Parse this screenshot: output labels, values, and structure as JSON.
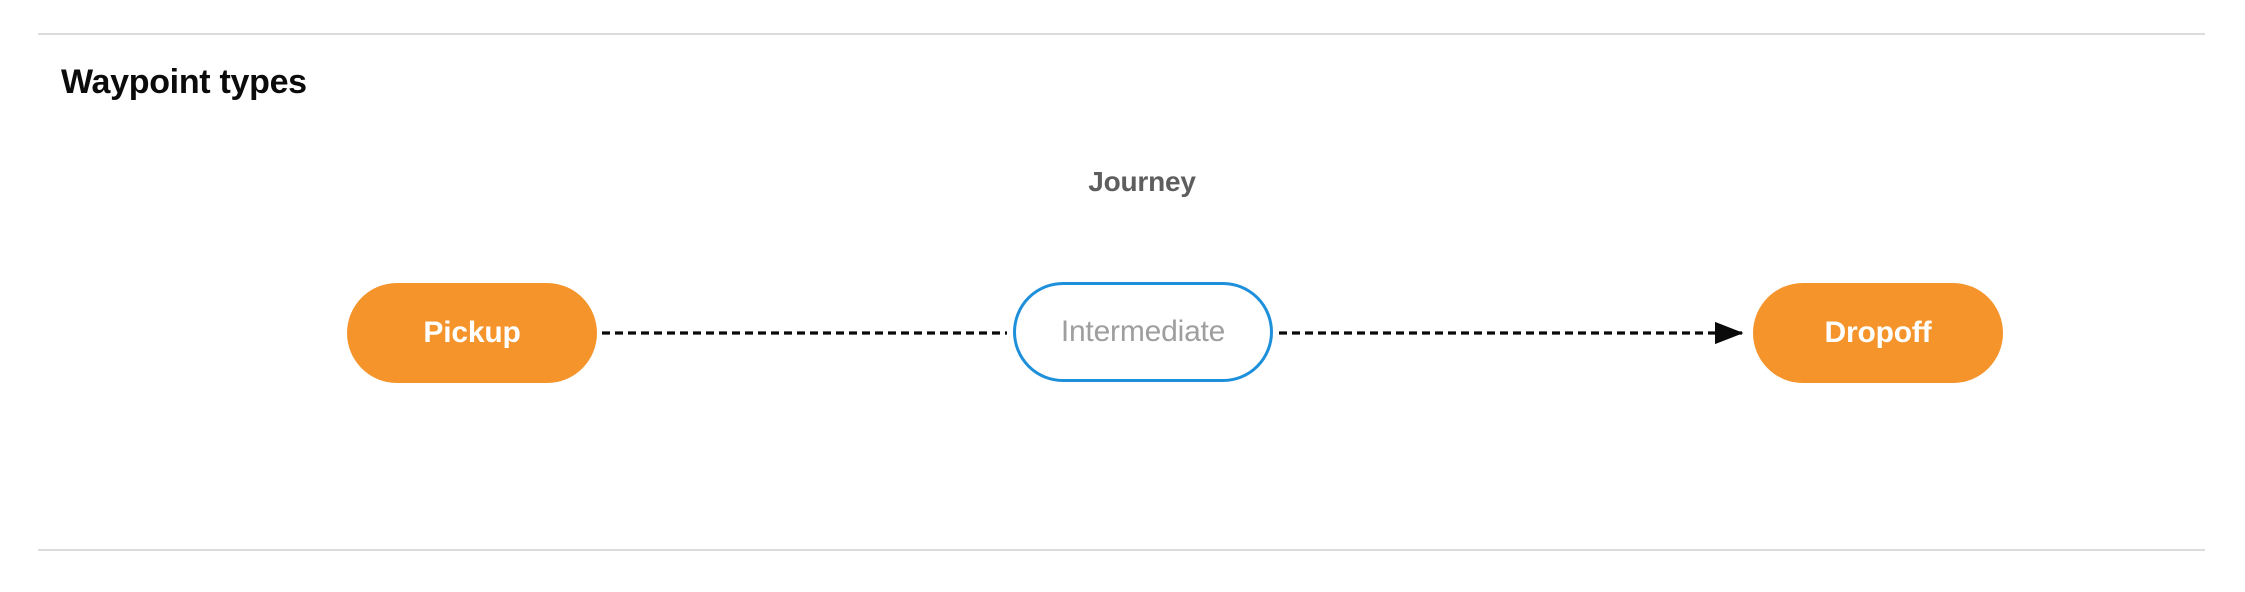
{
  "section": {
    "title": "Waypoint types"
  },
  "diagram": {
    "type": "flow",
    "group_label": "Journey",
    "nodes": [
      {
        "id": "pickup",
        "label": "Pickup",
        "style": "filled",
        "fill_color": "#f4942b",
        "text_color": "#ffffff"
      },
      {
        "id": "intermediate",
        "label": "Intermediate",
        "style": "outlined",
        "border_color": "#1e90db",
        "fill_color": "#ffffff",
        "text_color": "#9e9e9e"
      },
      {
        "id": "dropoff",
        "label": "Dropoff",
        "style": "filled",
        "fill_color": "#f4942b",
        "text_color": "#ffffff"
      }
    ],
    "edges": [
      {
        "from": "pickup",
        "to": "intermediate",
        "style": "dashed",
        "arrow": false,
        "color": "#0a0a0a"
      },
      {
        "from": "intermediate",
        "to": "dropoff",
        "style": "dashed",
        "arrow": true,
        "color": "#0a0a0a"
      }
    ]
  },
  "colors": {
    "divider": "#dcdcdc",
    "title": "#0b0b0b",
    "group_label": "#5e5e5e",
    "accent_orange": "#f4942b",
    "accent_blue": "#1e90db"
  }
}
